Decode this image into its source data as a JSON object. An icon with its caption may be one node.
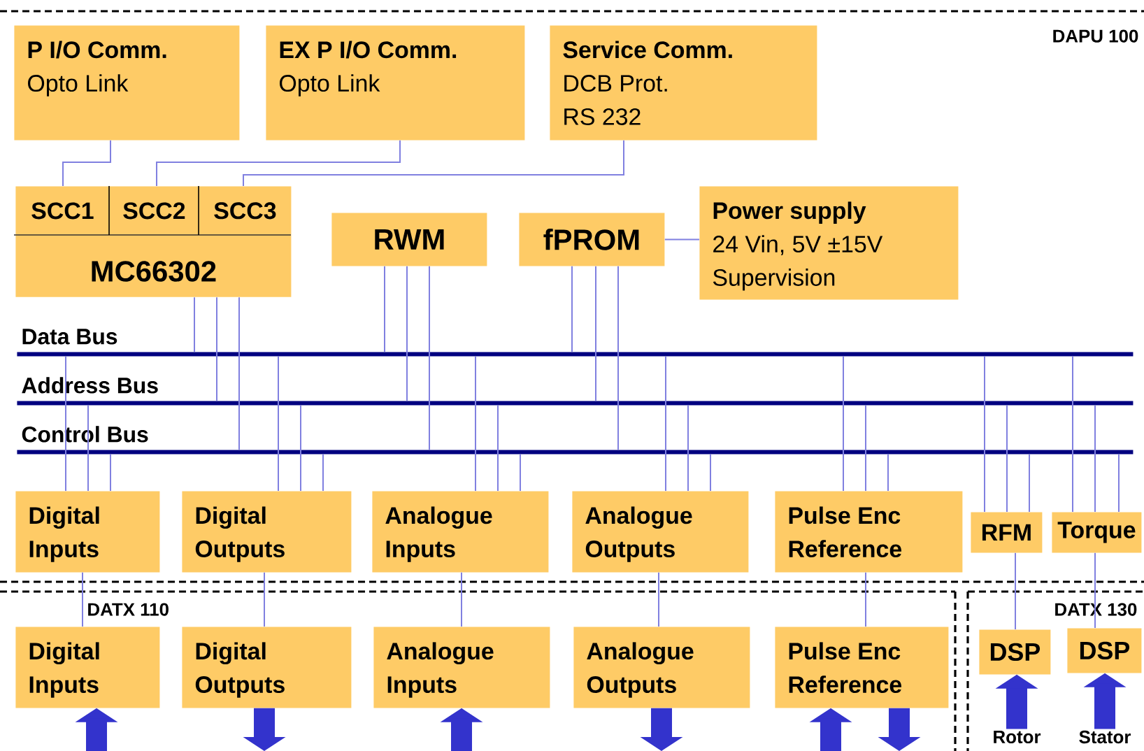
{
  "diagram": {
    "nodes": [
      {
        "text": [
          "DAPU 100"
        ]
      },
      {
        "text": [
          "P I/O Comm.",
          "Opto Link"
        ],
        "in": 0
      },
      {
        "text": [
          "EX P I/O Comm.",
          "Opto Link"
        ],
        "in": 0
      },
      {
        "text": [
          "Service Comm.",
          "DCB Prot.",
          "RS 232"
        ],
        "in": 0
      },
      {
        "text": [
          "MC66302"
        ],
        "in": 0
      },
      {
        "text": [
          "SCC1"
        ],
        "in": 4
      },
      {
        "text": [
          "SCC2"
        ],
        "in": 4
      },
      {
        "text": [
          "SCC3"
        ],
        "in": 4
      },
      {
        "text": [
          "RWM"
        ],
        "in": 0
      },
      {
        "text": [
          "fPROM"
        ],
        "in": 0
      },
      {
        "text": [
          "Power supply",
          "24 Vin, 5V ±15V",
          "Supervision"
        ],
        "in": 0
      },
      {
        "text": [
          "Data Bus"
        ],
        "in": 0
      },
      {
        "text": [
          "Address Bus"
        ],
        "in": 0
      },
      {
        "text": [
          "Control Bus"
        ],
        "in": 0
      },
      {
        "text": [
          "Digital Inputs"
        ],
        "in": 0
      },
      {
        "text": [
          "Digital Outputs"
        ],
        "in": 0
      },
      {
        "text": [
          "Analogue Inputs"
        ],
        "in": 0
      },
      {
        "text": [
          "Analogue Outputs"
        ],
        "in": 0
      },
      {
        "text": [
          "Pulse Enc Reference"
        ],
        "in": 0
      },
      {
        "text": [
          "RFM"
        ],
        "in": 0
      },
      {
        "text": [
          "Torque"
        ],
        "in": 0
      },
      {
        "text": [
          "DATX 110"
        ]
      },
      {
        "text": [
          "Digital Inputs"
        ],
        "in": 21
      },
      {
        "text": [
          "Digital Outputs"
        ],
        "in": 21
      },
      {
        "text": [
          "Analogue Inputs"
        ],
        "in": 21
      },
      {
        "text": [
          "Analogue Outputs"
        ],
        "in": 21
      },
      {
        "text": [
          "Pulse Enc Reference"
        ],
        "in": 21
      },
      {
        "text": [
          "DATX 130"
        ]
      },
      {
        "text": [
          "DSP"
        ],
        "in": 27
      },
      {
        "text": [
          "DSP"
        ],
        "in": 27
      },
      {
        "text": [
          "Rotor"
        ],
        "in": 27
      },
      {
        "text": [
          "Stator"
        ],
        "in": 27
      }
    ],
    "edges": [
      {
        "from": 1,
        "to": 5,
        "arrow": "none"
      },
      {
        "from": 2,
        "to": 6,
        "arrow": "none"
      },
      {
        "from": 3,
        "to": 7,
        "arrow": "none"
      },
      {
        "from": 9,
        "to": 10,
        "arrow": "none"
      },
      {
        "from": 4,
        "to": 11,
        "arrow": "none"
      },
      {
        "from": 4,
        "to": 12,
        "arrow": "none"
      },
      {
        "from": 4,
        "to": 13,
        "arrow": "none"
      },
      {
        "from": 11,
        "to": 14,
        "arrow": "none"
      },
      {
        "from": 12,
        "to": 14,
        "arrow": "none"
      },
      {
        "from": 13,
        "to": 14,
        "arrow": "none"
      },
      {
        "from": 11,
        "to": 15,
        "arrow": "none"
      },
      {
        "from": 12,
        "to": 15,
        "arrow": "none"
      },
      {
        "from": 13,
        "to": 15,
        "arrow": "none"
      },
      {
        "from": 8,
        "to": 11,
        "arrow": "none"
      },
      {
        "from": 8,
        "to": 12,
        "arrow": "none"
      },
      {
        "from": 8,
        "to": 13,
        "arrow": "none"
      },
      {
        "from": 11,
        "to": 16,
        "arrow": "none"
      },
      {
        "from": 12,
        "to": 16,
        "arrow": "none"
      },
      {
        "from": 13,
        "to": 16,
        "arrow": "none"
      },
      {
        "from": 9,
        "to": 11,
        "arrow": "none"
      },
      {
        "from": 9,
        "to": 12,
        "arrow": "none"
      },
      {
        "from": 9,
        "to": 13,
        "arrow": "none"
      },
      {
        "from": 11,
        "to": 17,
        "arrow": "none"
      },
      {
        "from": 12,
        "to": 17,
        "arrow": "none"
      },
      {
        "from": 13,
        "to": 17,
        "arrow": "none"
      },
      {
        "from": 11,
        "to": 18,
        "arrow": "none"
      },
      {
        "from": 12,
        "to": 18,
        "arrow": "none"
      },
      {
        "from": 13,
        "to": 18,
        "arrow": "none"
      },
      {
        "from": 11,
        "to": 19,
        "arrow": "none"
      },
      {
        "from": 12,
        "to": 19,
        "arrow": "none"
      },
      {
        "from": 13,
        "to": 19,
        "arrow": "none"
      },
      {
        "from": 11,
        "to": 20,
        "arrow": "none"
      },
      {
        "from": 12,
        "to": 20,
        "arrow": "none"
      },
      {
        "from": 13,
        "to": 20,
        "arrow": "none"
      },
      {
        "from": 14,
        "to": 22,
        "arrow": "none"
      },
      {
        "from": 15,
        "to": 23,
        "arrow": "none"
      },
      {
        "from": 16,
        "to": 24,
        "arrow": "none"
      },
      {
        "from": 17,
        "to": 25,
        "arrow": "none"
      },
      {
        "from": 18,
        "to": 26,
        "arrow": "none"
      },
      {
        "from": 19,
        "to": 28,
        "arrow": "none"
      },
      {
        "from": 20,
        "to": 29,
        "arrow": "none"
      },
      {
        "from": null,
        "to": 22,
        "arrow": "to",
        "style": "thick",
        "color": "#3333cc"
      },
      {
        "from": 23,
        "to": null,
        "arrow": "to",
        "style": "thick",
        "color": "#3333cc"
      },
      {
        "from": null,
        "to": 24,
        "arrow": "to",
        "style": "thick",
        "color": "#3333cc"
      },
      {
        "from": 25,
        "to": null,
        "arrow": "to",
        "style": "thick",
        "color": "#3333cc"
      },
      {
        "from": null,
        "to": 26,
        "arrow": "to",
        "style": "thick",
        "color": "#3333cc"
      },
      {
        "from": 26,
        "to": null,
        "arrow": "to",
        "style": "thick",
        "color": "#3333cc"
      },
      {
        "from": 30,
        "to": 28,
        "arrow": "to",
        "style": "thick",
        "color": "#3333cc"
      },
      {
        "from": 31,
        "to": 29,
        "arrow": "to",
        "style": "thick",
        "color": "#3333cc"
      }
    ]
  }
}
